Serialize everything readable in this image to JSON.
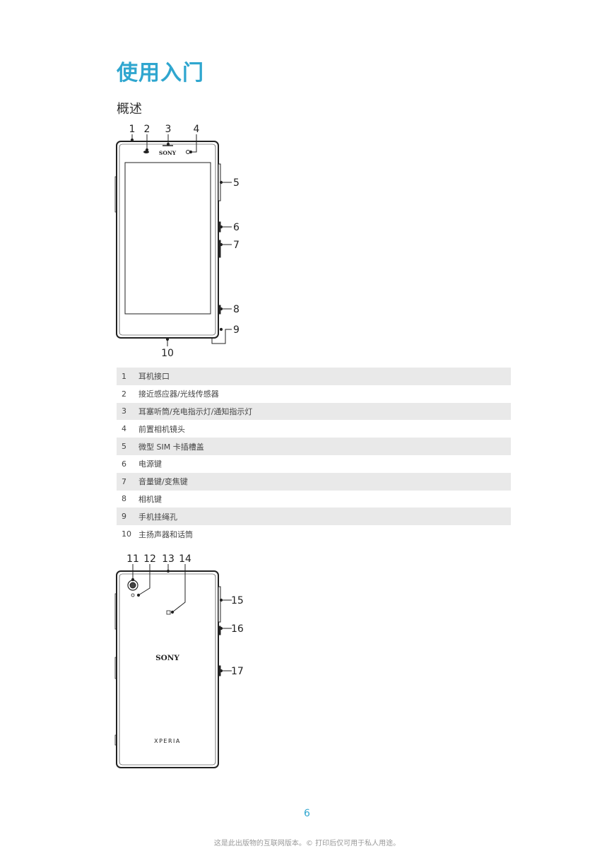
{
  "page": {
    "title": "使用入门",
    "section": "概述",
    "page_number": "6",
    "footer": "这是此出版物的互联网版本。© 打印后仅可用于私人用途。"
  },
  "front": {
    "brand": "SONY",
    "callouts": [
      "1",
      "2",
      "3",
      "4",
      "5",
      "6",
      "7",
      "8",
      "9",
      "10"
    ]
  },
  "back": {
    "brand": "SONY",
    "model": "XPERIA",
    "callouts": [
      "11",
      "12",
      "13",
      "14",
      "15",
      "16",
      "17"
    ]
  },
  "legend": [
    {
      "num": "1",
      "text": "耳机接口"
    },
    {
      "num": "2",
      "text": "接近感应器/光线传感器"
    },
    {
      "num": "3",
      "text": "耳塞听筒/充电指示灯/通知指示灯"
    },
    {
      "num": "4",
      "text": "前置相机镜头"
    },
    {
      "num": "5",
      "text": "微型 SIM 卡插槽盖"
    },
    {
      "num": "6",
      "text": "电源键"
    },
    {
      "num": "7",
      "text": "音量键/变焦键"
    },
    {
      "num": "8",
      "text": "相机键"
    },
    {
      "num": "9",
      "text": "手机挂绳孔"
    },
    {
      "num": "10",
      "text": "主扬声器和话筒"
    }
  ]
}
